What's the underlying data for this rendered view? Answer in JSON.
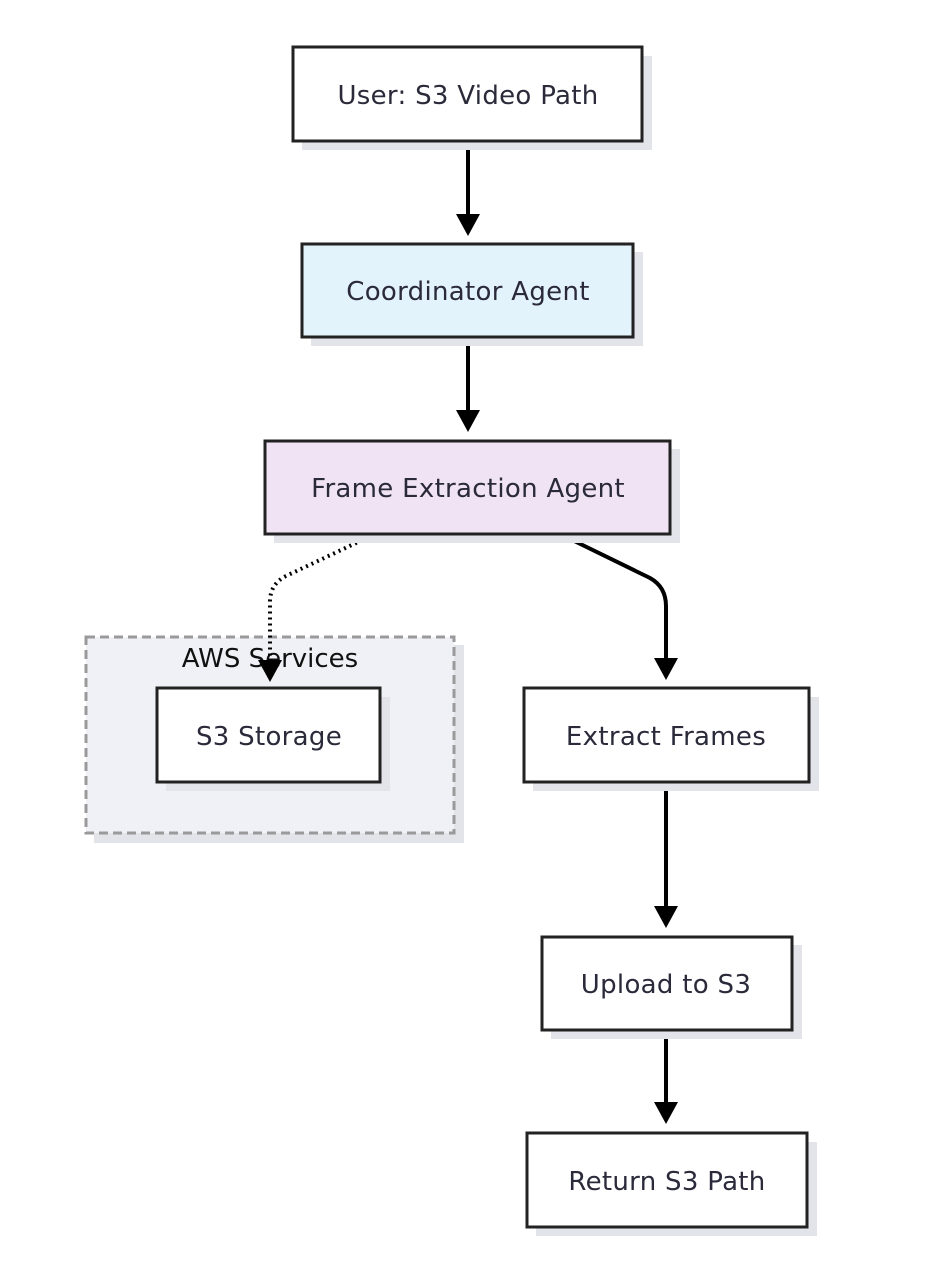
{
  "diagram": {
    "colors": {
      "default_fill": "#ffffff",
      "coordinator_fill": "#e3f3fb",
      "frame_extraction_fill": "#f0e3f3",
      "group_fill": "#f0f1f6",
      "group_border": "#9a9a9a",
      "stroke": "#222222",
      "edge": "#000000"
    },
    "nodes": {
      "user": {
        "label": "User: S3 Video Path"
      },
      "coordinator": {
        "label": "Coordinator Agent"
      },
      "frame_extraction": {
        "label": "Frame Extraction Agent"
      },
      "s3_storage": {
        "label": "S3 Storage"
      },
      "extract_frames": {
        "label": "Extract Frames"
      },
      "upload": {
        "label": "Upload to S3"
      },
      "return_path": {
        "label": "Return S3 Path"
      }
    },
    "group": {
      "label": "AWS Services"
    },
    "edges": [
      {
        "from": "User: S3 Video Path",
        "to": "Coordinator Agent",
        "style": "solid"
      },
      {
        "from": "Coordinator Agent",
        "to": "Frame Extraction Agent",
        "style": "solid"
      },
      {
        "from": "Frame Extraction Agent",
        "to": "S3 Storage",
        "style": "dotted"
      },
      {
        "from": "Frame Extraction Agent",
        "to": "Extract Frames",
        "style": "solid"
      },
      {
        "from": "Extract Frames",
        "to": "Upload to S3",
        "style": "solid"
      },
      {
        "from": "Upload to S3",
        "to": "Return S3 Path",
        "style": "solid"
      }
    ]
  }
}
